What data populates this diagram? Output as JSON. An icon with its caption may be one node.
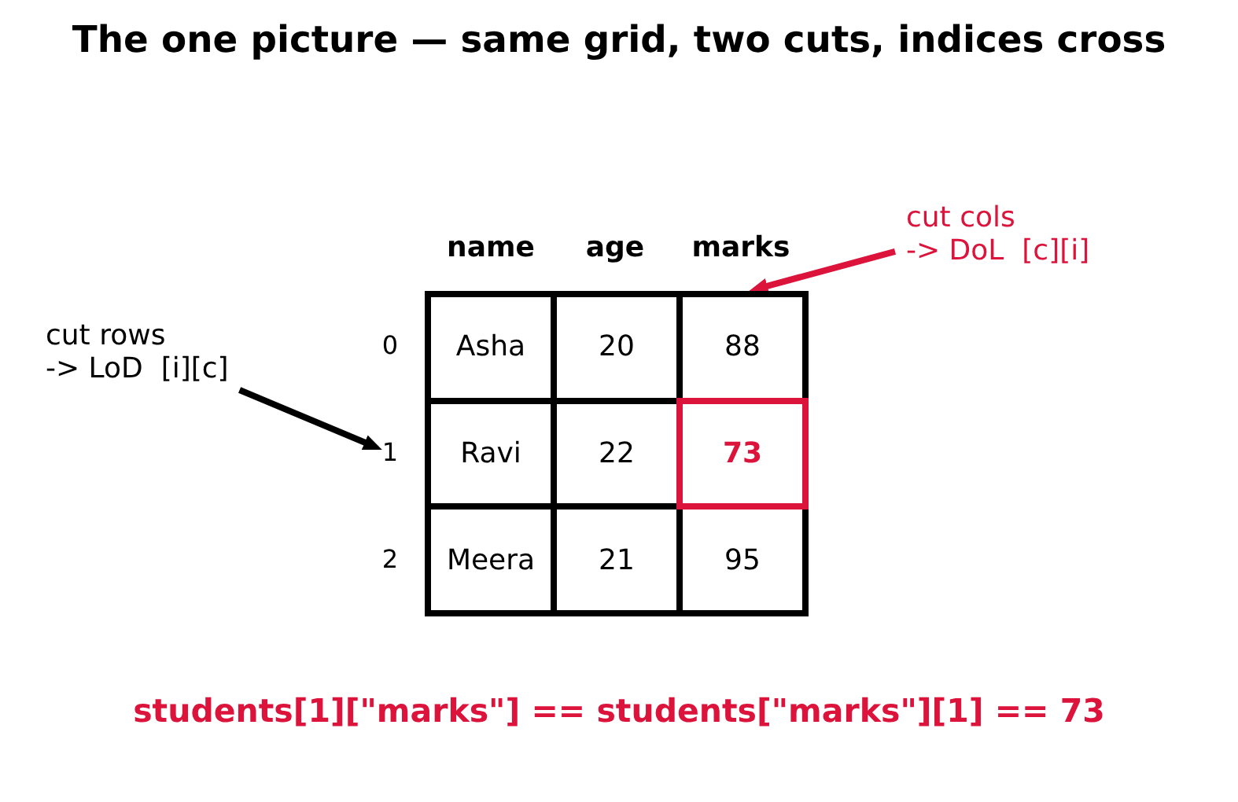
{
  "diagram": {
    "title": "The one picture — same grid, two cuts, indices cross",
    "nodes": [
      {
        "text": [
          "cut cols",
          "-> DoL  [c][i]"
        ]
      },
      {
        "text": [
          "cut rows",
          "-> LoD  [i][c]"
        ]
      },
      {
        "text": [
          "Asha"
        ]
      },
      {
        "text": [
          "20"
        ]
      },
      {
        "text": [
          "88"
        ]
      },
      {
        "text": [
          "1"
        ]
      },
      {
        "text": [
          "Ravi"
        ]
      },
      {
        "text": [
          "22"
        ]
      },
      {
        "text": [
          "73"
        ]
      },
      {
        "text": [
          "Meera"
        ]
      },
      {
        "text": [
          "21"
        ]
      },
      {
        "text": [
          "95"
        ]
      }
    ],
    "edges": [
      {
        "from": 0,
        "to": 4,
        "arrow": "to",
        "color": "#dc143c"
      },
      {
        "from": 1,
        "to": 5,
        "arrow": "to",
        "color": "#000000"
      }
    ],
    "labels": [
      "name",
      "age",
      "marks",
      "0",
      "2"
    ],
    "caption": "students[1][\"marks\"] == students[\"marks\"][1] == 73"
  }
}
